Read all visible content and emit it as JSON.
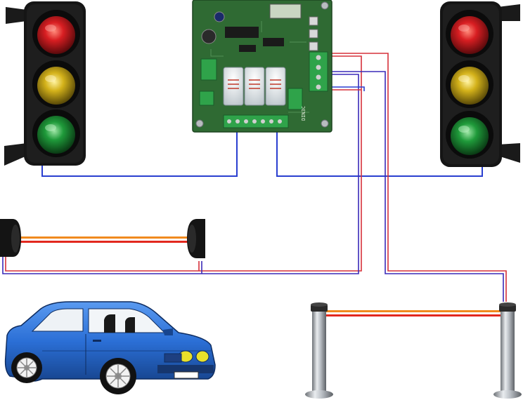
{
  "diagram": {
    "board_marking": "DIN3C",
    "components": [
      {
        "id": "controller",
        "icon": "control-board"
      },
      {
        "id": "traffic-light-left",
        "icon": "traffic-light",
        "lamps": [
          "red",
          "yellow",
          "green"
        ]
      },
      {
        "id": "traffic-light-right",
        "icon": "traffic-light",
        "lamps": [
          "red",
          "yellow",
          "green"
        ]
      },
      {
        "id": "photocell-pair",
        "icon": "photocell-sensor"
      },
      {
        "id": "bollard-pair",
        "icon": "bollard-sensor"
      },
      {
        "id": "vehicle",
        "icon": "car"
      }
    ],
    "colors": {
      "wire_blue": "#2a3fd0",
      "wire_red": "#d6303a",
      "beam_orange": "#f08a1e",
      "beam_red": "#e2281e",
      "pcb_green": "#2f6a33",
      "housing": "#141414",
      "lamp_red": "#d81e22",
      "lamp_yellow": "#e6c21a",
      "lamp_green": "#1f9a3a",
      "car_body": "#2b6fd6"
    }
  }
}
